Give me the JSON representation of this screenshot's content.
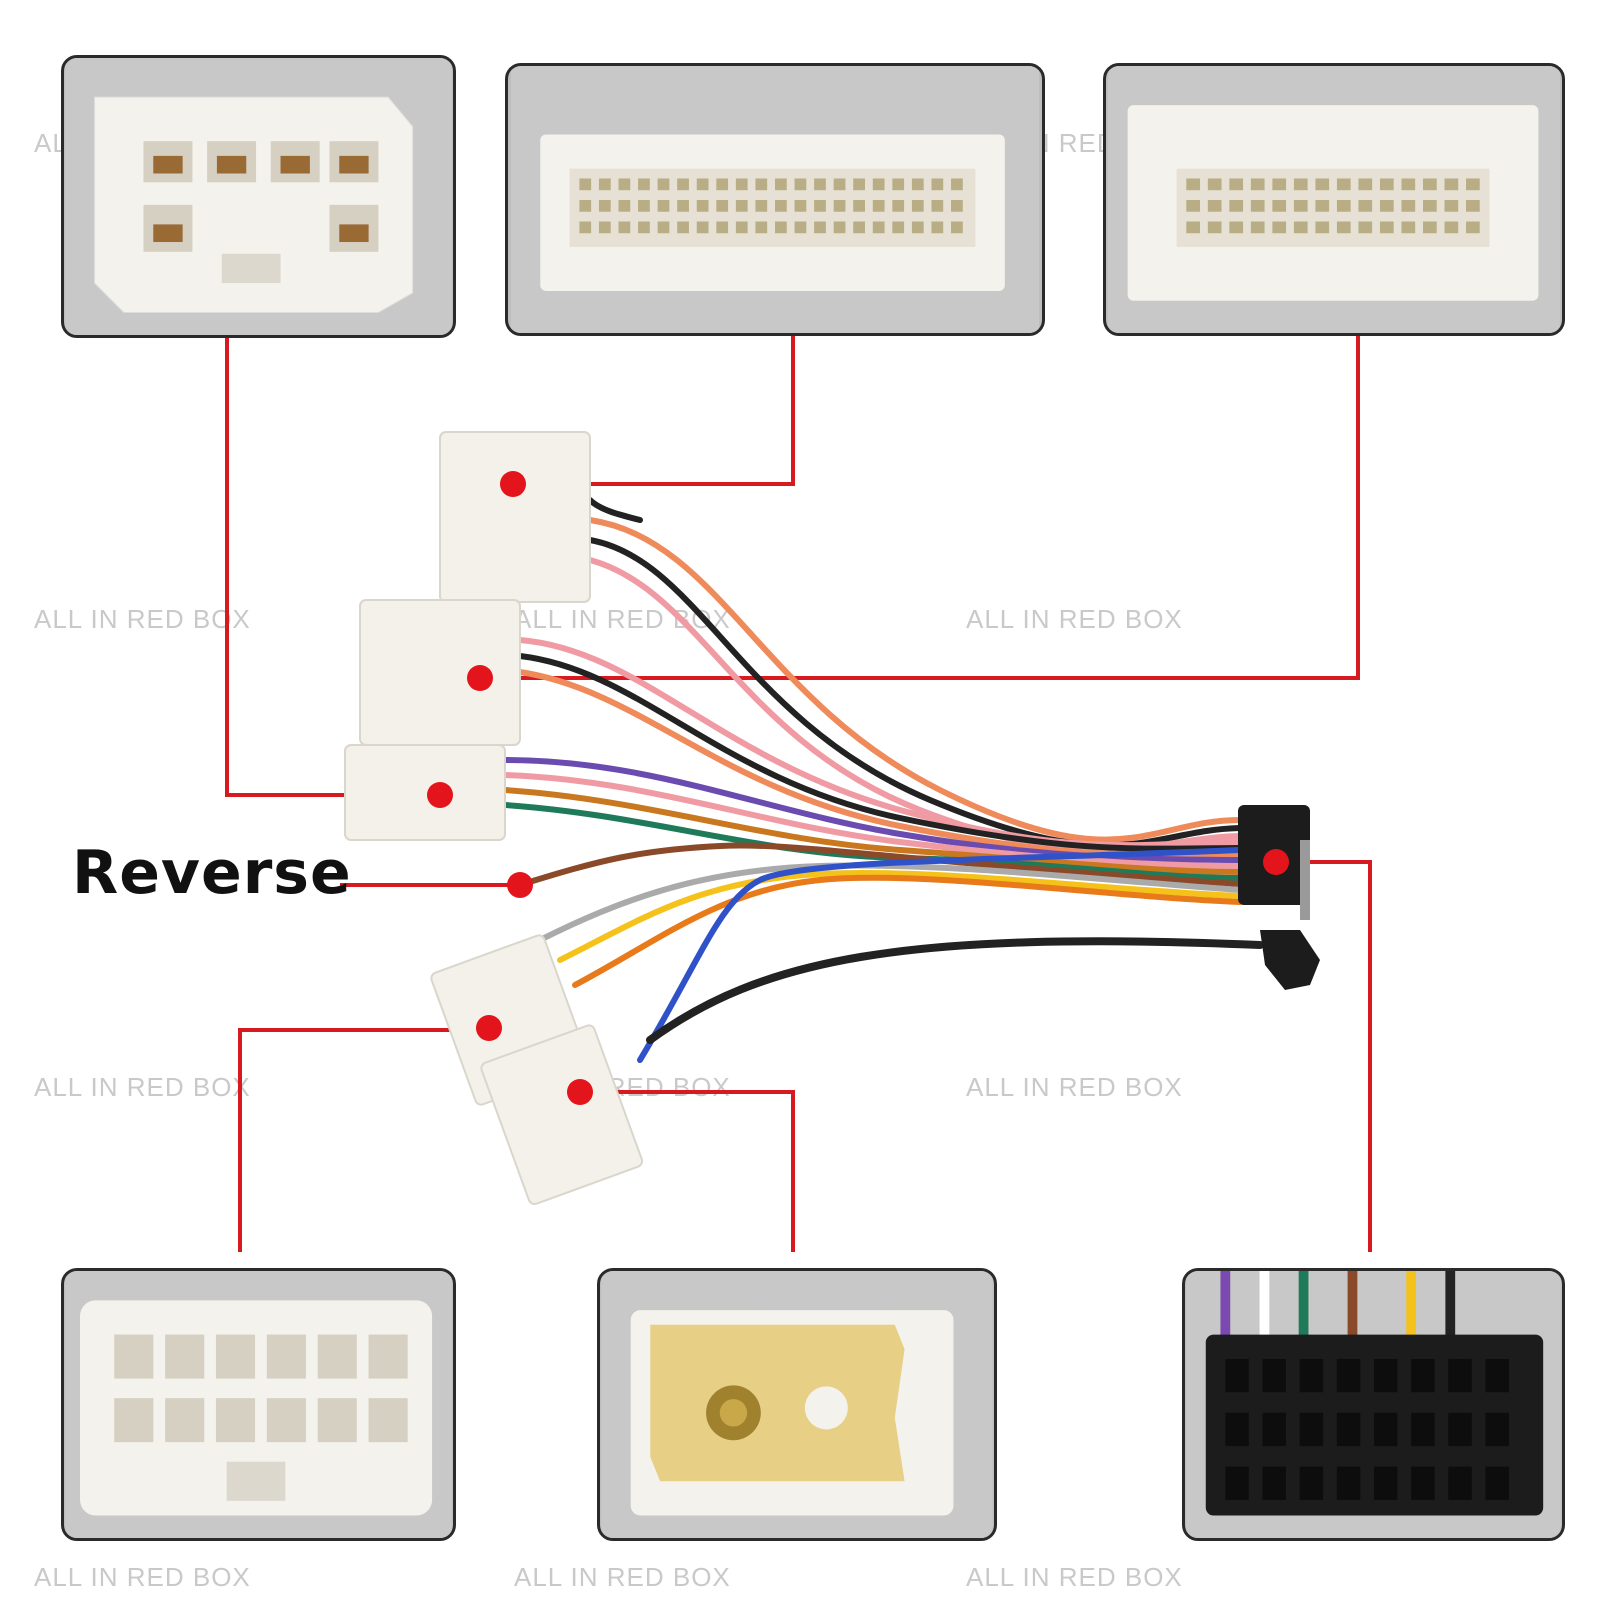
{
  "watermark": "ALL IN RED BOX",
  "label_reverse": "Reverse",
  "colors": {
    "callout": "#d61a1f",
    "connector_white": "#f3f1ea",
    "background": "#ffffff"
  },
  "panels": [
    {
      "name": "panel-connector-12pin-top-left",
      "description_icon": "white-12-pin-connector-icon"
    },
    {
      "name": "panel-connector-40pin-top-center",
      "description_icon": "white-40-pin-connector-icon"
    },
    {
      "name": "panel-connector-40pin-top-right",
      "description_icon": "white-40-pin-connector-icon"
    },
    {
      "name": "panel-connector-12pin-bottom-left",
      "description_icon": "white-12-pin-connector-icon"
    },
    {
      "name": "panel-connector-antenna-bottom-center",
      "description_icon": "antenna-connector-icon"
    },
    {
      "name": "panel-connector-16pin-bottom-right",
      "description_icon": "black-16-pin-iso-connector-icon"
    }
  ]
}
